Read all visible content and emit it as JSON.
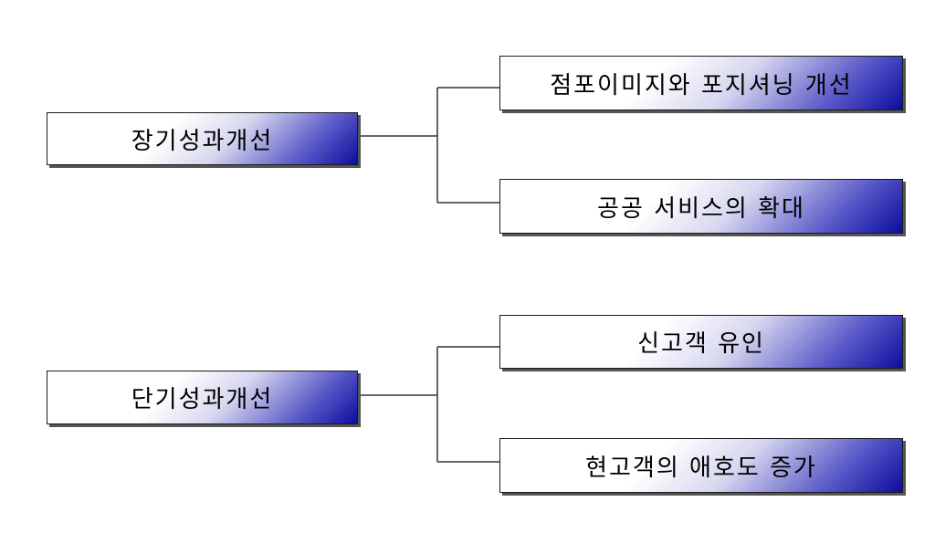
{
  "diagram": {
    "groups": [
      {
        "parent": "장기성과개선",
        "children": [
          "점포이미지와 포지셔닝 개선",
          "공공 서비스의 확대"
        ]
      },
      {
        "parent": "단기성과개선",
        "children": [
          "신고객 유인",
          "현고객의 애호도 증가"
        ]
      }
    ]
  },
  "colors": {
    "gradient_start": "#ffffff",
    "gradient_end": "#0d0da0",
    "border": "#1a1a1a",
    "connector": "#333333"
  }
}
